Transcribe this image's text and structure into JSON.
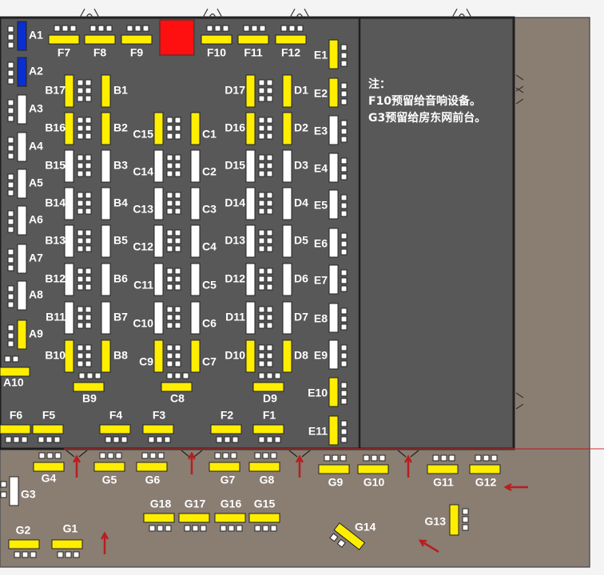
{
  "colors": {
    "hall": "#585858",
    "hall_border": "#1f1f1f",
    "ground": "#8a7d72",
    "booth_reserved": "#ffee00",
    "booth_blue": "#0a2fd0",
    "booth_plain": "#ffffff",
    "red_block": "#ff1010",
    "arrow": "#b81e1e",
    "entrance_line": "#d83030"
  },
  "note": {
    "title": "注：",
    "lines": [
      "F10预留给音响设备。",
      "G3预留给房东网前台。"
    ]
  },
  "booths": {
    "A": [
      "A1",
      "A2",
      "A3",
      "A4",
      "A5",
      "A6",
      "A7",
      "A8",
      "A9",
      "A10"
    ],
    "B": [
      "B1",
      "B2",
      "B3",
      "B4",
      "B5",
      "B6",
      "B7",
      "B8",
      "B9",
      "B10",
      "B11",
      "B12",
      "B13",
      "B14",
      "B15",
      "B16",
      "B17"
    ],
    "C": [
      "C1",
      "C2",
      "C3",
      "C4",
      "C5",
      "C6",
      "C7",
      "C8",
      "C9",
      "C10",
      "C11",
      "C12",
      "C13",
      "C14",
      "C15"
    ],
    "D": [
      "D1",
      "D2",
      "D3",
      "D4",
      "D5",
      "D6",
      "D7",
      "D8",
      "D9",
      "D10",
      "D11",
      "D12",
      "D13",
      "D14",
      "D15",
      "D16",
      "D17"
    ],
    "E": [
      "E1",
      "E2",
      "E3",
      "E4",
      "E5",
      "E6",
      "E7",
      "E8",
      "E9",
      "E10",
      "E11"
    ],
    "F": [
      "F1",
      "F2",
      "F3",
      "F4",
      "F5",
      "F6",
      "F7",
      "F8",
      "F9",
      "F10",
      "F11",
      "F12"
    ],
    "G": [
      "G1",
      "G2",
      "G3",
      "G4",
      "G5",
      "G6",
      "G7",
      "G8",
      "G9",
      "G10",
      "G11",
      "G12",
      "G13",
      "G14",
      "G15",
      "G16",
      "G17",
      "G18"
    ]
  }
}
